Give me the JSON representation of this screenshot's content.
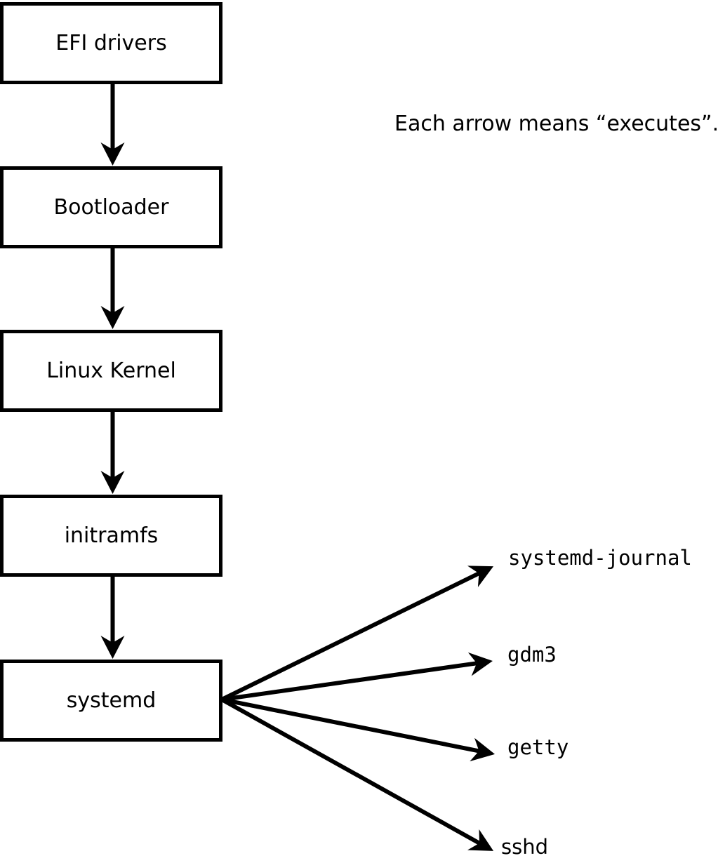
{
  "diagram": {
    "note": "Each arrow means “executes”.",
    "boxes": [
      {
        "label": "EFI drivers"
      },
      {
        "label": "Bootloader"
      },
      {
        "label": "Linux Kernel"
      },
      {
        "label": "initramfs"
      },
      {
        "label": "systemd"
      }
    ],
    "spawned": [
      {
        "label": "systemd-journal"
      },
      {
        "label": "gdm3"
      },
      {
        "label": "getty"
      },
      {
        "label": "sshd"
      }
    ],
    "colors": {
      "line": "#000000",
      "text": "#000000",
      "background": "#ffffff"
    }
  }
}
